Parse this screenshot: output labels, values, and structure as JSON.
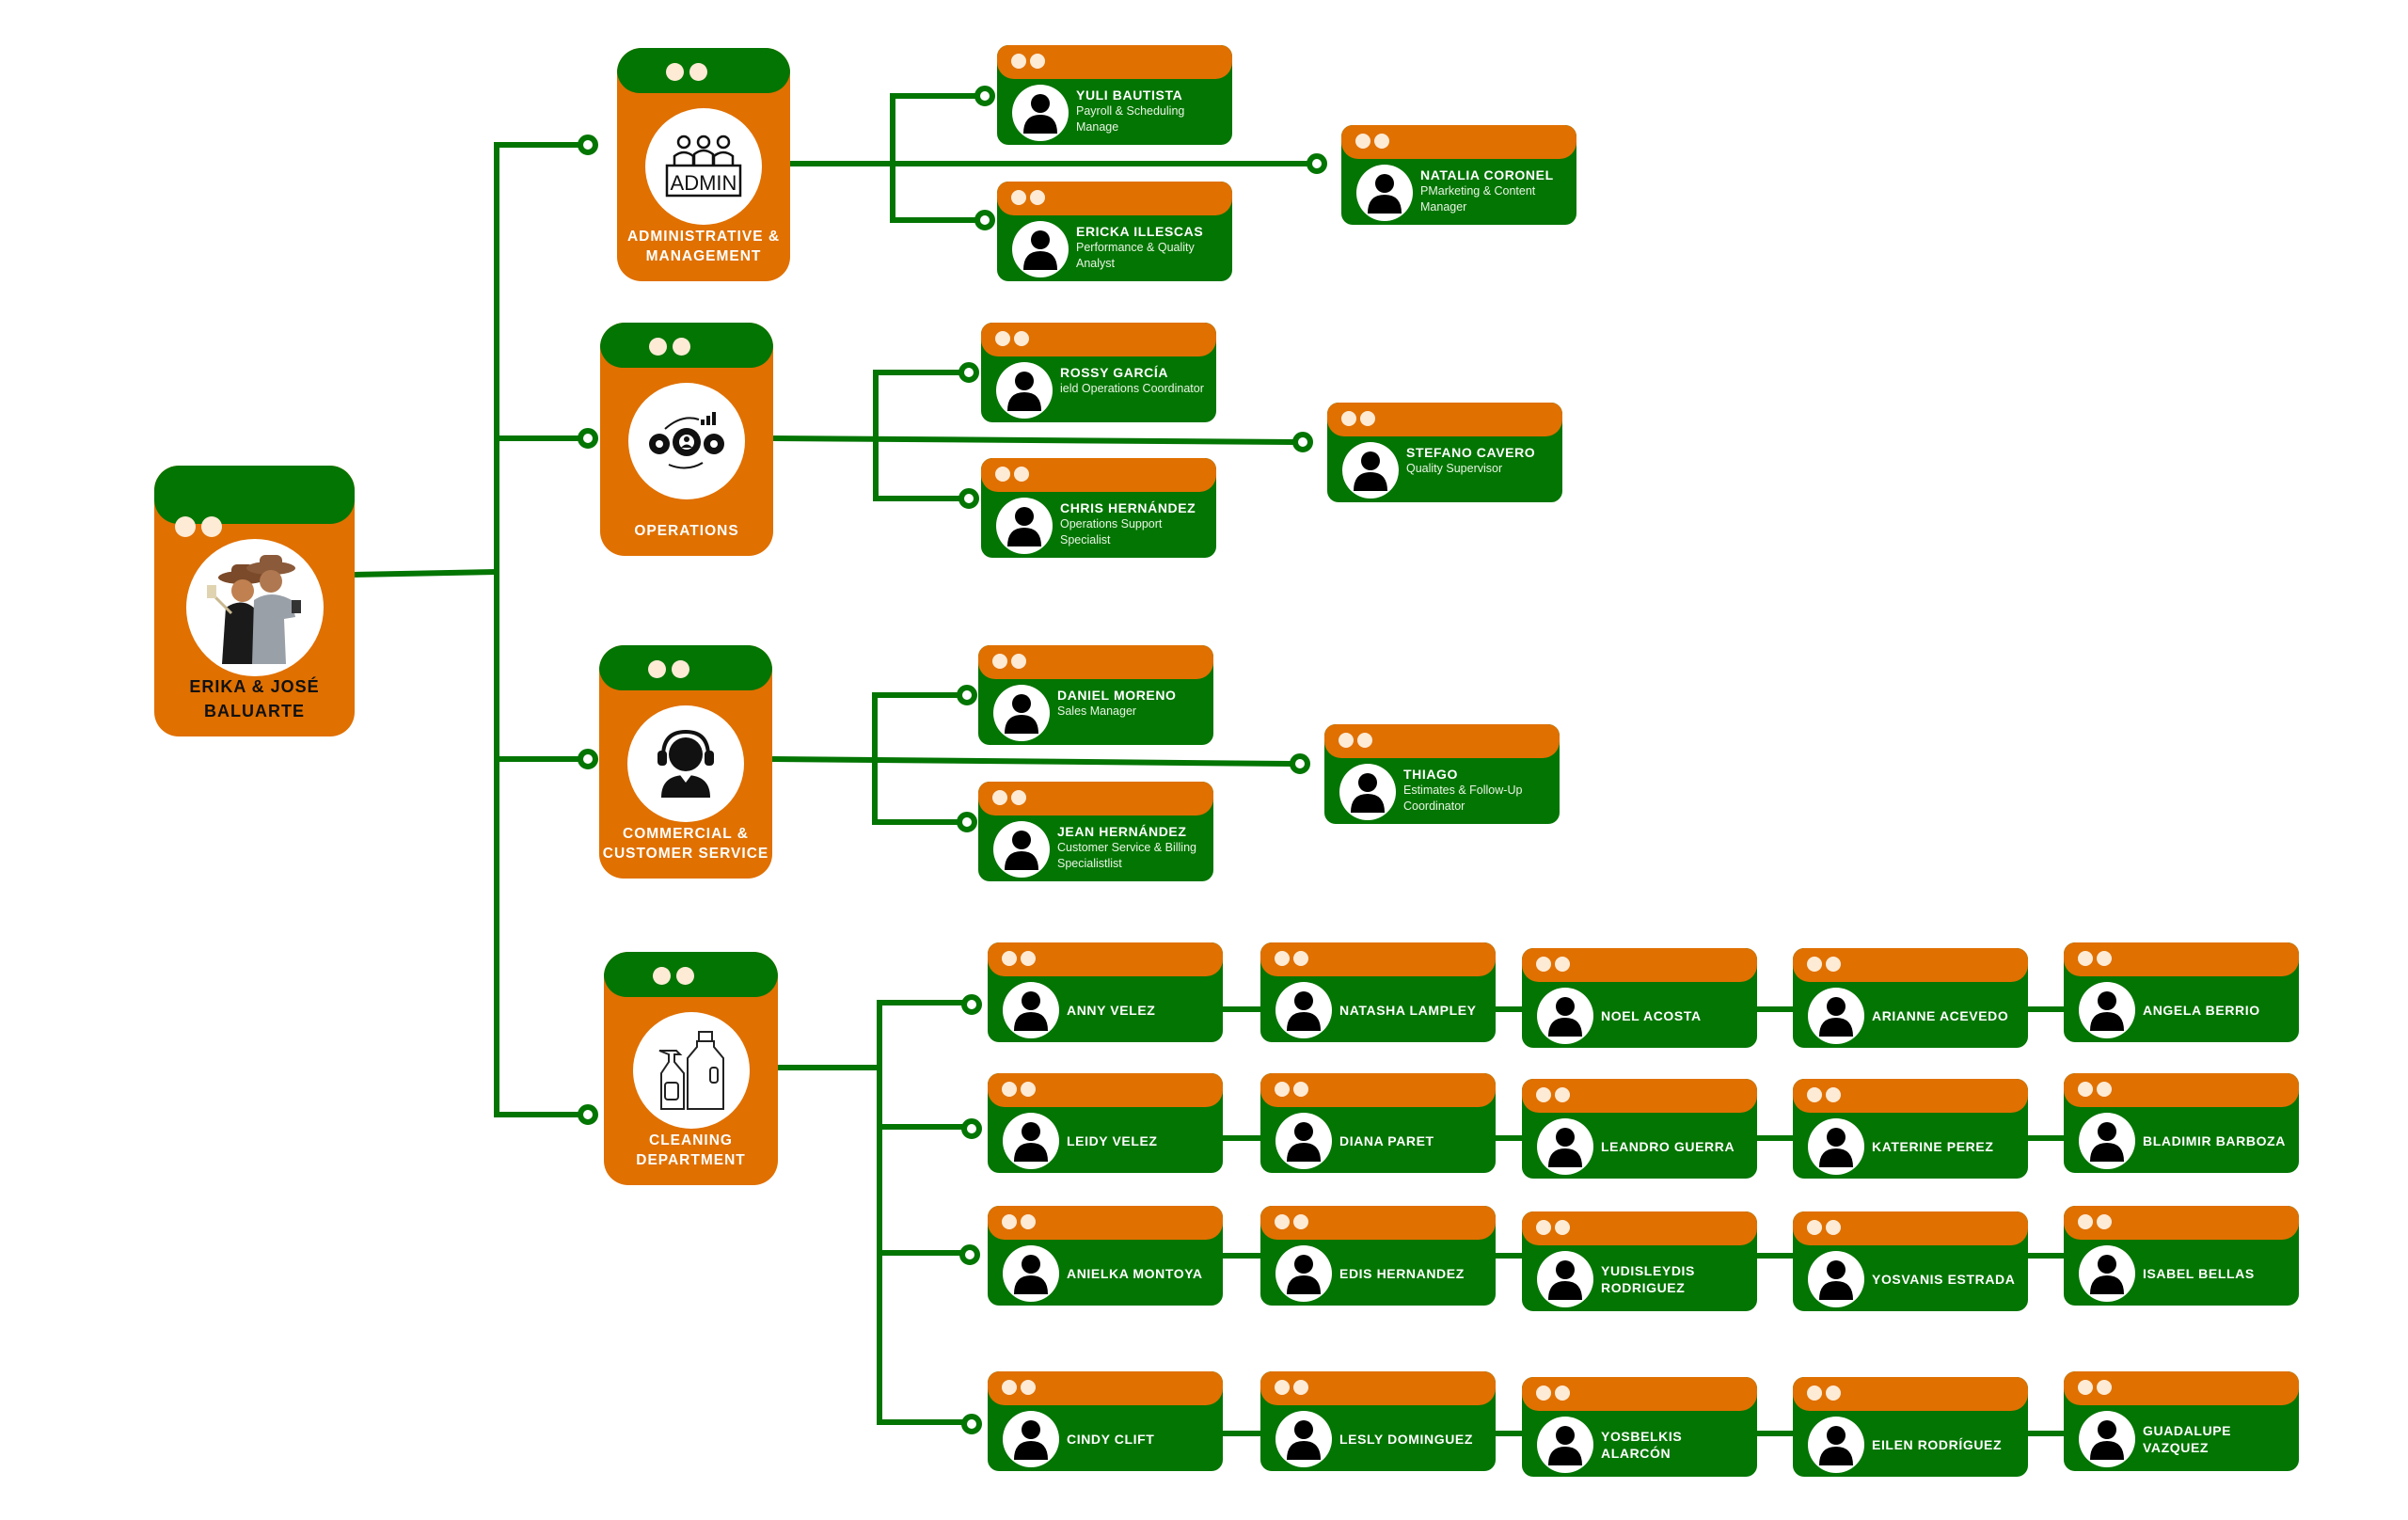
{
  "chart": {
    "colors": {
      "green": "#037503",
      "orange": "#e07000",
      "dot": "#fdebd6",
      "line": "#037503"
    },
    "root": {
      "name_line1": "ERIKA & JOSÉ",
      "name_line2": "BALUARTE",
      "avatar": "couple-photo"
    },
    "departments": [
      {
        "id": "admin",
        "label_line1": "ADMINISTRATIVE &",
        "label_line2": "MANAGEMENT",
        "icon": "admin-team-icon",
        "members": [
          {
            "name": "YULI BAUTISTA",
            "role": "Payroll & Scheduling Manage"
          },
          {
            "name": "ERICKA ILLESCAS",
            "role": "Performance & Quality Analyst"
          },
          {
            "name": "NATALIA CORONEL",
            "role": "PMarketing & Content Manager"
          }
        ]
      },
      {
        "id": "operations",
        "label_line1": "OPERATIONS",
        "label_line2": "",
        "icon": "gears-person-icon",
        "members": [
          {
            "name": "ROSSY GARCÍA",
            "role": "ield Operations Coordinator"
          },
          {
            "name": "CHRIS HERNÁNDEZ",
            "role": "Operations Support Specialist"
          },
          {
            "name": "STEFANO CAVERO",
            "role": "Quality Supervisor"
          }
        ]
      },
      {
        "id": "commercial",
        "label_line1": "COMMERCIAL &",
        "label_line2": "CUSTOMER SERVICE",
        "icon": "headset-agent-icon",
        "members": [
          {
            "name": "DANIEL MORENO",
            "role": "Sales Manager"
          },
          {
            "name": "JEAN HERNÁNDEZ",
            "role": "Customer Service & Billing Specialistlist"
          },
          {
            "name": "THIAGO",
            "role": "Estimates & Follow-Up Coordinator"
          }
        ]
      },
      {
        "id": "cleaning",
        "label_line1": "CLEANING",
        "label_line2": "DEPARTMENT",
        "icon": "cleaning-bottles-icon",
        "rows": [
          [
            "ANNY VELEZ",
            "NATASHA LAMPLEY",
            "NOEL ACOSTA",
            "ARIANNE ACEVEDO",
            "ANGELA BERRIO"
          ],
          [
            "LEIDY VELEZ",
            "DIANA PARET",
            "LEANDRO GUERRA",
            "KATERINE PEREZ",
            "BLADIMIR BARBOZA"
          ],
          [
            "ANIELKA MONTOYA",
            "EDIS HERNANDEZ",
            "YUDISLEYDIS RODRIGUEZ",
            "YOSVANIS ESTRADA",
            "ISABEL BELLAS"
          ],
          [
            "CINDY CLIFT",
            "LESLY DOMINGUEZ",
            "YOSBELKIS ALARCÓN",
            "EILEN RODRÍGUEZ",
            "GUADALUPE VAZQUEZ"
          ]
        ]
      }
    ]
  }
}
